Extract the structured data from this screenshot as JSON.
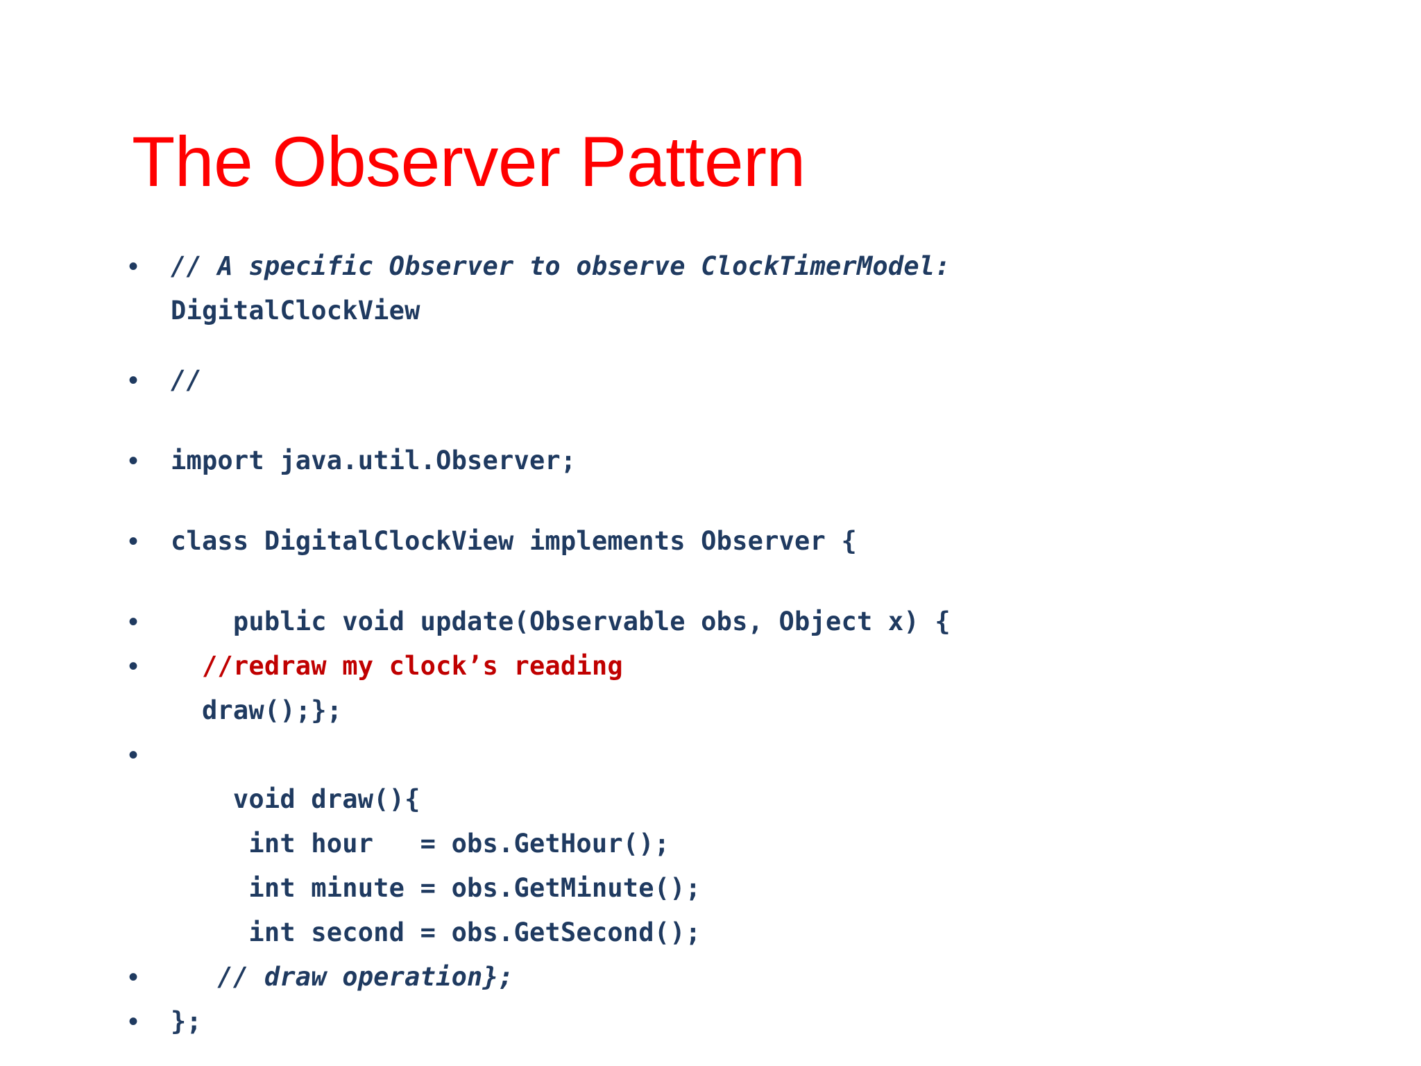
{
  "slide": {
    "title": "The Observer Pattern",
    "title_color": "#FF0000",
    "body_color": "#1F3A60",
    "comment_color": "#C00000",
    "background_color": "#FFFFFF",
    "bullet_glyph": "•"
  },
  "body": {
    "blocks": [
      {
        "bulleted": true,
        "lines": [
          {
            "text": "// A specific Observer to observe ClockTimerModel:",
            "style": "italic",
            "color": "#1F3A60"
          },
          {
            "text": "DigitalClockView",
            "style": "normal",
            "color": "#1F3A60"
          }
        ]
      },
      {
        "bulleted": true,
        "lines": [
          {
            "text": "//",
            "style": "italic",
            "color": "#1F3A60"
          }
        ]
      },
      {
        "bulleted": true,
        "lines": [
          {
            "text": "import java.util.Observer;",
            "style": "normal",
            "color": "#1F3A60"
          }
        ]
      },
      {
        "bulleted": true,
        "lines": [
          {
            "text": "class DigitalClockView implements Observer {",
            "style": "normal",
            "color": "#1F3A60"
          }
        ]
      },
      {
        "bulleted": true,
        "lines": [
          {
            "text": "    public void update(Observable obs, Object x) {",
            "style": "normal",
            "color": "#1F3A60"
          }
        ]
      },
      {
        "bulleted": true,
        "lines": [
          {
            "text": "  //redraw my clock’s reading",
            "style": "normal",
            "color": "#C00000"
          },
          {
            "text": "  draw();};",
            "style": "normal",
            "color": "#1F3A60"
          }
        ]
      },
      {
        "bulleted": true,
        "lines": [
          {
            "text": "",
            "style": "normal",
            "color": "#1F3A60"
          },
          {
            "text": "    void draw(){",
            "style": "normal",
            "color": "#1F3A60"
          },
          {
            "text": "     int hour   = obs.GetHour();",
            "style": "normal",
            "color": "#1F3A60"
          },
          {
            "text": "     int minute = obs.GetMinute();",
            "style": "normal",
            "color": "#1F3A60"
          },
          {
            "text": "     int second = obs.GetSecond();",
            "style": "normal",
            "color": "#1F3A60"
          }
        ]
      },
      {
        "bulleted": true,
        "lines": [
          {
            "text": "   // draw operation};",
            "style": "italic",
            "color": "#1F3A60"
          }
        ]
      },
      {
        "bulleted": true,
        "lines": [
          {
            "text": "};",
            "style": "normal",
            "color": "#1F3A60"
          }
        ]
      }
    ],
    "gaps": {
      "after_block_1": 36,
      "after_block_2": 52,
      "after_block_3": 52,
      "after_block_4": 52
    }
  }
}
